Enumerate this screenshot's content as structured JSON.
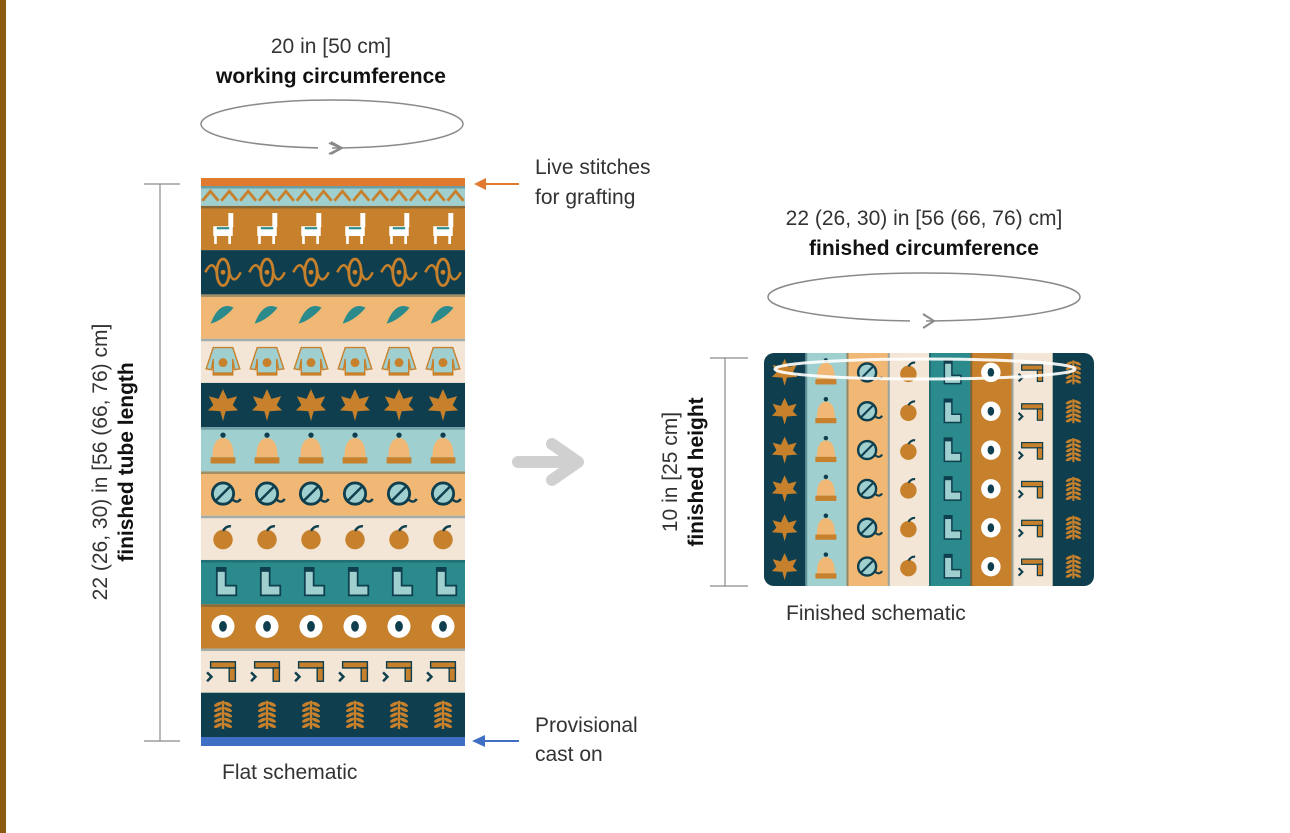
{
  "flat": {
    "circumference_value": "20 in [50 cm]",
    "circumference_label": "working circumference",
    "length_value": "22 (26, 30) in [56 (66, 76) cm]",
    "length_label": "finished tube length",
    "caption": "Flat schematic",
    "top_note_line1": "Live stitches",
    "top_note_line2": "for grafting",
    "bottom_note_line1": "Provisional",
    "bottom_note_line2": "cast on"
  },
  "finished": {
    "circumference_value": "22 (26, 30) in [56 (66, 76) cm]",
    "circumference_label": "finished circumference",
    "height_value": "10 in [25 cm]",
    "height_label": "finished height",
    "caption": "Finished schematic"
  },
  "colors": {
    "navy": "#0f3f4e",
    "ochre": "#c7802b",
    "teal": "#2a8a8c",
    "light_blue": "#9fcfcf",
    "cream": "#f3e6d6",
    "peach": "#f0b874",
    "orange_edge": "#e07a2e",
    "blue_edge": "#3f6fc4",
    "arrow_gray": "#d0d0d0",
    "line_gray": "#8a8a8a"
  },
  "flat_bands": [
    {
      "motif": "zigzag",
      "bg": "#9fcfcf",
      "fg": "#c7802b"
    },
    {
      "motif": "llamas",
      "bg": "#c7802b",
      "fg": "#ffffff"
    },
    {
      "motif": "ornament",
      "bg": "#0f3f4e",
      "fg": "#c7802b"
    },
    {
      "motif": "leaves",
      "bg": "#f0b874",
      "fg": "#2a8a8c"
    },
    {
      "motif": "sweaters",
      "bg": "#f3e6d6",
      "fg": "#9fcfcf"
    },
    {
      "motif": "maple",
      "bg": "#0f3f4e",
      "fg": "#c7802b"
    },
    {
      "motif": "hats",
      "bg": "#9fcfcf",
      "fg": "#f0b874"
    },
    {
      "motif": "yarn",
      "bg": "#f0b874",
      "fg": "#0f3f4e"
    },
    {
      "motif": "apples",
      "bg": "#f3e6d6",
      "fg": "#c7802b"
    },
    {
      "motif": "socks",
      "bg": "#2a8a8c",
      "fg": "#9fcfcf"
    },
    {
      "motif": "sheep",
      "bg": "#c7802b",
      "fg": "#ffffff"
    },
    {
      "motif": "scarves",
      "bg": "#f3e6d6",
      "fg": "#c7802b"
    },
    {
      "motif": "ferns",
      "bg": "#0f3f4e",
      "fg": "#c7802b"
    }
  ],
  "finished_columns": [
    {
      "motif": "maple",
      "bg": "#0f3f4e",
      "fg": "#c7802b"
    },
    {
      "motif": "hats",
      "bg": "#9fcfcf",
      "fg": "#f0b874"
    },
    {
      "motif": "yarn",
      "bg": "#f0b874",
      "fg": "#0f3f4e"
    },
    {
      "motif": "apples",
      "bg": "#f3e6d6",
      "fg": "#c7802b"
    },
    {
      "motif": "socks",
      "bg": "#2a8a8c",
      "fg": "#9fcfcf"
    },
    {
      "motif": "sheep",
      "bg": "#c7802b",
      "fg": "#ffffff"
    },
    {
      "motif": "scarves",
      "bg": "#f3e6d6",
      "fg": "#c7802b"
    },
    {
      "motif": "ferns",
      "bg": "#0f3f4e",
      "fg": "#c7802b"
    }
  ]
}
